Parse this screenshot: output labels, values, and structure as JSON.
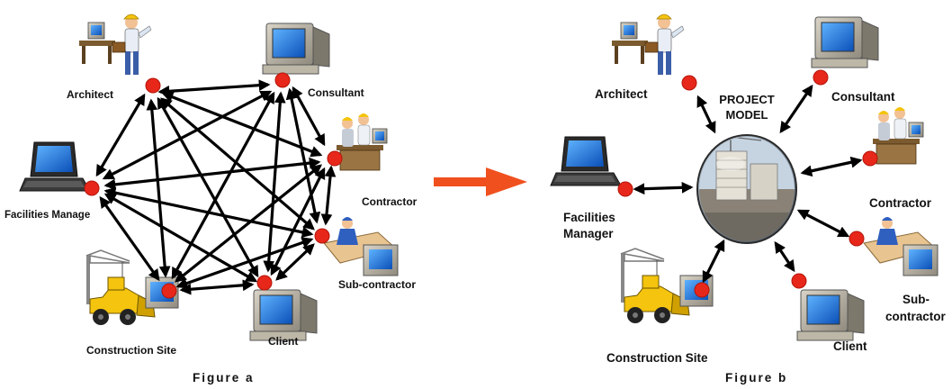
{
  "figure_a": {
    "caption": "Figure a",
    "labels": {
      "architect": "Architect",
      "consultant": "Consultant",
      "contractor": "Contractor",
      "facilities": "Facilities Manage",
      "subcontractor": "Sub-contractor",
      "site": "Construction Site",
      "client": "Client"
    }
  },
  "figure_b": {
    "caption": "Figure b",
    "center_label_line1": "PROJECT",
    "center_label_line2": "MODEL",
    "labels": {
      "architect": "Architect",
      "consultant": "Consultant",
      "contractor": "Contractor",
      "facilities_line1": "Facilities",
      "facilities_line2": "Manager",
      "sub_line1": "Sub-",
      "sub_line2": "contractor",
      "site": "Construction Site",
      "client": "Client"
    }
  },
  "colors": {
    "node": "#e8271b",
    "arrow": "#000000",
    "transition_arrow": "#f0501e"
  },
  "icons": [
    "architect-figure-icon",
    "computer-icon",
    "workers-desk-icon",
    "laptop-icon",
    "carpenter-icon",
    "crane-bulldozer-icon",
    "building-globe-icon"
  ]
}
